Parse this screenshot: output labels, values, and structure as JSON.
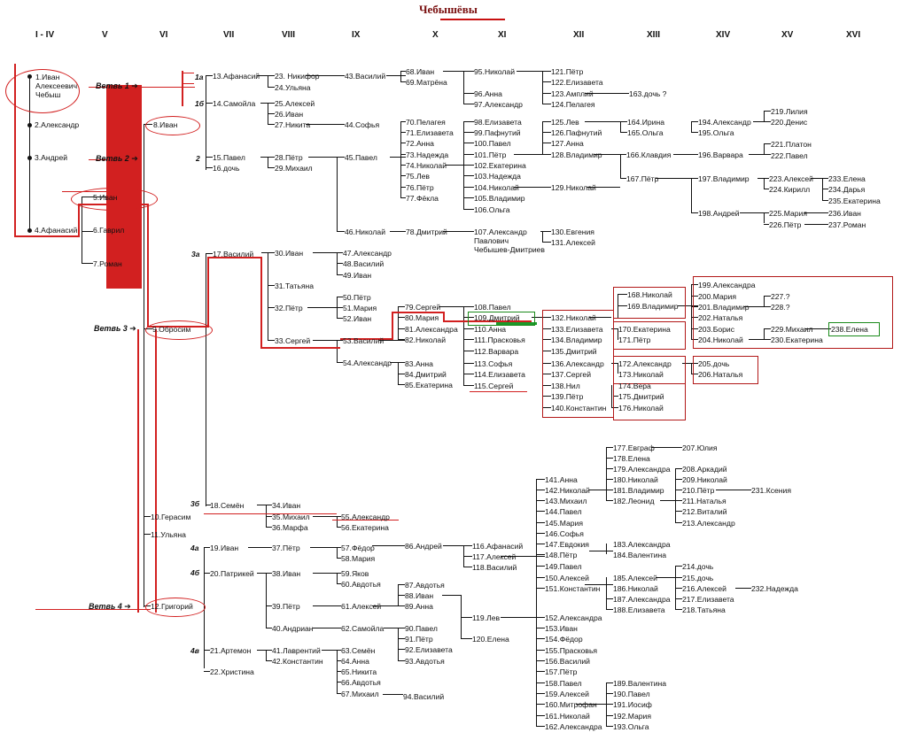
{
  "title": "Чебышёвы",
  "generations": [
    "I - IV",
    "V",
    "VI",
    "VII",
    "VIII",
    "IX",
    "X",
    "XI",
    "XII",
    "XIII",
    "XIV",
    "XV",
    "XVI"
  ],
  "branches": [
    "Ветвь 1",
    "Ветвь 2",
    "Ветвь 3",
    "Ветвь 4"
  ],
  "branch_labels": [
    "1а",
    "1б",
    "2",
    "3а",
    "3б",
    "4а",
    "4б",
    "4в"
  ],
  "persons": {
    "p1": "1.Иван\nАлексеевич\nЧебыш",
    "p2": "2.Александр",
    "p3": "3.Андрей",
    "p4": "4.Афанасий",
    "p5": "5.Иван",
    "p6": "6.Гаврил",
    "p7": "7.Роман",
    "p8": "8.Иван",
    "p9": "9.Обросим",
    "p10": "10.Герасим",
    "p11": "11.Ульяна",
    "p12": "12.Григорий",
    "p13": "13.Афанасий",
    "p14": "14.Самойла",
    "p15": "15.Павел",
    "p16": "16.дочь",
    "p17": "17.Василий",
    "p18": "18.Семён",
    "p19": "19.Иван",
    "p20": "20.Патрикей",
    "p21": "21.Артемон",
    "p22": "22.Христина",
    "p23": "23. Никифор",
    "p24": "24.Ульяна",
    "p25": "25.Алексей",
    "p26": "26.Иван",
    "p27": "27.Никита",
    "p28": "28.Пётр",
    "p29": "29.Михаил",
    "p30": "30.Иван",
    "p31": "31.Татьяна",
    "p32": "32.Пётр",
    "p33": "33.Сергей",
    "p34": "34.Иван",
    "p35": "35.Михаил",
    "p36": "36.Марфа",
    "p37": "37.Пётр",
    "p38": "38.Иван",
    "p39": "39.Пётр",
    "p40": "40.Андриан",
    "p41": "41.Лаврентий",
    "p42": "42.Константин",
    "p43": "43.Василий",
    "p44": "44.Софья",
    "p45": "45.Павел",
    "p46": "46.Николай",
    "p47": "47.Александр",
    "p48": "48.Василий",
    "p49": "49.Иван",
    "p50": "50.Пётр",
    "p51": "51.Мария",
    "p52": "52.Иван",
    "p53": "53.Василий",
    "p54": "54.Александр",
    "p55": "55.Александр",
    "p56": "56.Екатерина",
    "p57": "57.Фёдор",
    "p58": "58.Мария",
    "p59": "59.Яков",
    "p60": "60.Авдотья",
    "p61": "61.Алексей",
    "p62": "62.Самойла",
    "p63": "63.Семён",
    "p64": "64.Анна",
    "p65": "65.Никита",
    "p66": "66.Авдотья",
    "p67": "67.Михаил",
    "p68": "68.Иван",
    "p69": "69.Матрёна",
    "p70": "70.Пелагея",
    "p71": "71.Елизавета",
    "p72": "72.Анна",
    "p73": "73.Надежда",
    "p74": "74.Николай",
    "p75": "75.Лев",
    "p76": "76.Пётр",
    "p77": "77.Фёкла",
    "p78": "78.Дмитрий",
    "p79": "79.Сергей",
    "p80": "80.Мария",
    "p81": "81.Александра",
    "p82": "82.Николай",
    "p83": "83.Анна",
    "p84": "84.Дмитрий",
    "p85": "85.Екатерина",
    "p86": "86.Андрей",
    "p87": "87.Авдотья",
    "p88": "88.Иван",
    "p89": "89.Анна",
    "p90": "90.Павел",
    "p91": "91.Пётр",
    "p92": "92.Елизавета",
    "p93": "93.Авдотья",
    "p94": "94.Василий",
    "p95": "95.Николай",
    "p96": "96.Анна",
    "p97": "97.Александр",
    "p98": "98.Елизавета",
    "p99": "99.Пафнутий",
    "p100": "100.Павел",
    "p101": "101.Пётр",
    "p102": "102.Екатерина",
    "p103": "103.Надежда",
    "p104": "104.Николай",
    "p105": "105.Владимир",
    "p106": "106.Ольга",
    "p107": "107.Александр\nПавлович\nЧебышев-Дмитриев",
    "p108": "108.Павел",
    "p109": "109.Дмитрий",
    "p110": "110.Анна",
    "p111": "111.Прасковья",
    "p112": "112.Варвара",
    "p113": "113.Софья",
    "p114": "114.Елизавета",
    "p115": "115.Сергей",
    "p116": "116.Афанасий",
    "p117": "117.Алексей",
    "p118": "118.Василий",
    "p119": "119.Лев",
    "p120": "120.Елена",
    "p121": "121.Пётр",
    "p122": "122.Елизавета",
    "p123": "123.Амплий",
    "p124": "124.Пелагея",
    "p125": "125.Лев",
    "p126": "126.Пафнутий",
    "p127": "127.Анна",
    "p128": "128.Владимир",
    "p129": "129.Николай",
    "p130": "130.Евгения",
    "p131": "131.Алексей",
    "p132": "132.Николай",
    "p133": "133.Елизавета",
    "p134": "134.Владимир",
    "p135": "135.Дмитрий",
    "p136": "136.Александр",
    "p137": "137.Сергей",
    "p138": "138.Нил",
    "p139": "139.Пётр",
    "p140": "140.Константин",
    "p141": "141.Анна",
    "p142": "142.Николай",
    "p143": "143.Михаил",
    "p144": "144.Павел",
    "p145": "145.Мария",
    "p146": "146.Софья",
    "p147": "147.Евдокия",
    "p148": "148.Пётр",
    "p149": "149.Павел",
    "p150": "150.Алексей",
    "p151": "151.Константин",
    "p152": "152.Александра",
    "p153": "153.Иван",
    "p154": "154.Фёдор",
    "p155": "155.Прасковья",
    "p156": "156.Василий",
    "p157": "157.Пётр",
    "p158": "158.Павел",
    "p159": "159.Алексей",
    "p160": "160.Митрофан",
    "p161": "161.Николай",
    "p162": "162.Александра",
    "p163": "163.дочь ?",
    "p164": "164.Ирина",
    "p165": "165.Ольга",
    "p166": "166.Клавдия",
    "p167": "167.Пётр",
    "p168": "168.Николай",
    "p169": "169.Владимир",
    "p170": "170.Екатерина",
    "p171": "171.Пётр",
    "p172": "172.Александр",
    "p173": "173.Николай",
    "p174": "174.Вера",
    "p175": "175.Дмитрий",
    "p176": "176.Николай",
    "p177": "177.Евграф",
    "p178": "178.Елена",
    "p179": "179.Александра",
    "p180": "180.Николай",
    "p181": "181.Владимир",
    "p182": "182.Леонид",
    "p183": "183.Александра",
    "p184": "184.Валентина",
    "p185": "185.Алексей",
    "p186": "186.Николай",
    "p187": "187.Александра",
    "p188": "188.Елизавета",
    "p189": "189.Валентина",
    "p190": "190.Павел",
    "p191": "191.Иосиф",
    "p192": "192.Мария",
    "p193": "193.Ольга",
    "p194": "194.Александр",
    "p195": "195.Ольга",
    "p196": "196.Варвара",
    "p197": "197.Владимир",
    "p198": "198.Андрей",
    "p199": "199.Александра",
    "p200": "200.Мария",
    "p201": "201.Владимир",
    "p202": "202.Наталья",
    "p203": "203.Борис",
    "p204": "204.Николай",
    "p205": "205.дочь",
    "p206": "206.Наталья",
    "p207": "207.Юлия",
    "p208": "208.Аркадий",
    "p209": "209.Николай",
    "p210": "210.Пётр",
    "p211": "211.Наталья",
    "p212": "212.Виталий",
    "p213": "213.Александр",
    "p214": "214.дочь",
    "p215": "215.дочь",
    "p216": "216.Алексей",
    "p217": "217.Елизавета",
    "p218": "218.Татьяна",
    "p219": "219.Лилия",
    "p220": "220.Денис",
    "p221": "221.Платон",
    "p222": "222.Павел",
    "p223": "223.Алексей",
    "p224": "224.Кирилл",
    "p225": "225.Мария",
    "p226": "226.Пётр",
    "p227": "227.?",
    "p228": "228.?",
    "p229": "229.Михаил",
    "p230": "230.Екатерина",
    "p231": "231.Ксения",
    "p232": "232.Надежда",
    "p233": "233.Елена",
    "p234": "234.Дарья",
    "p235": "235.Екатерина",
    "p236": "236.Иван",
    "p237": "237.Роман",
    "p238": "238.Елена"
  }
}
